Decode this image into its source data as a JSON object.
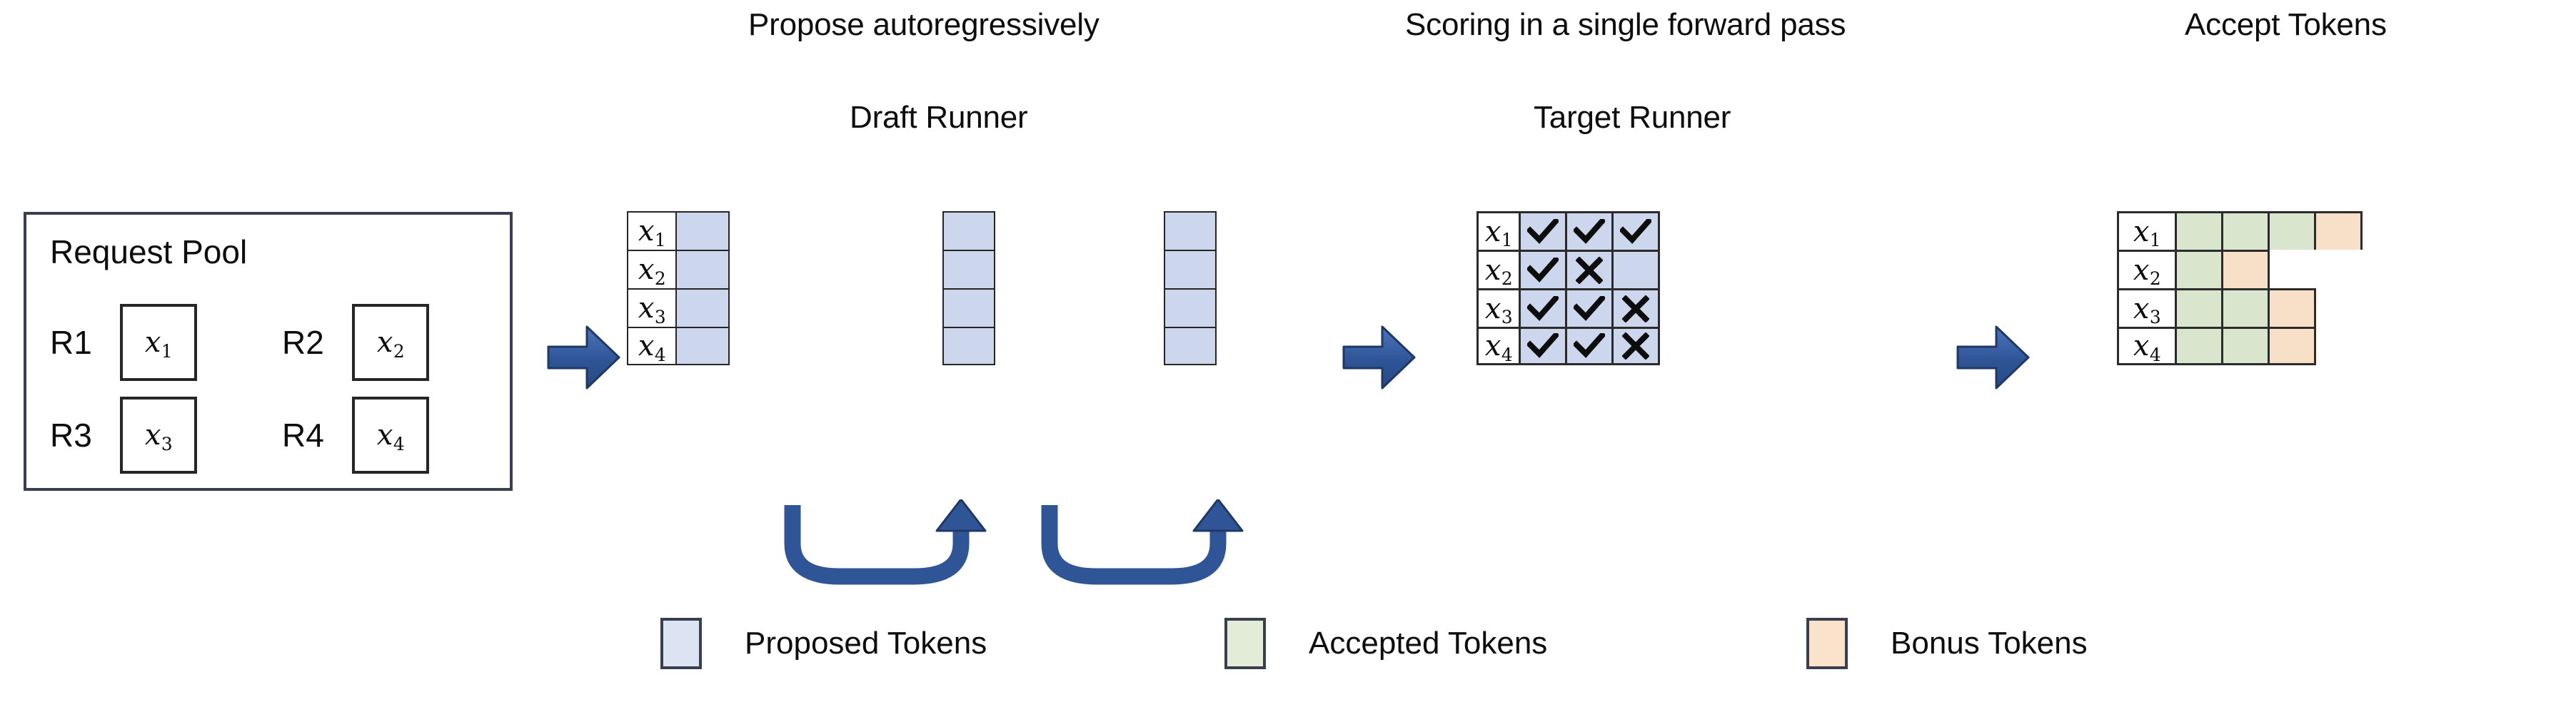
{
  "headings": {
    "propose": "Propose autoregressively",
    "draft_runner": "Draft Runner",
    "scoring": "Scoring in a single forward pass",
    "target_runner": "Target Runner",
    "accept": "Accept Tokens"
  },
  "request_pool": {
    "title": "Request Pool",
    "entries": [
      {
        "label": "R1",
        "token": "x",
        "sub": "1"
      },
      {
        "label": "R2",
        "token": "x",
        "sub": "2"
      },
      {
        "label": "R3",
        "token": "x",
        "sub": "3"
      },
      {
        "label": "R4",
        "token": "x",
        "sub": "4"
      }
    ]
  },
  "draft_runner": {
    "row_labels": [
      {
        "token": "x",
        "sub": "1"
      },
      {
        "token": "x",
        "sub": "2"
      },
      {
        "token": "x",
        "sub": "3"
      },
      {
        "token": "x",
        "sub": "4"
      }
    ],
    "steps": 3,
    "proposed_per_step": [
      1,
      1,
      1
    ],
    "loop_arrow_count": 2
  },
  "target_runner": {
    "row_labels": [
      {
        "token": "x",
        "sub": "1"
      },
      {
        "token": "x",
        "sub": "2"
      },
      {
        "token": "x",
        "sub": "3"
      },
      {
        "token": "x",
        "sub": "4"
      }
    ],
    "columns": 3,
    "marks": [
      [
        "check",
        "check",
        "check"
      ],
      [
        "check",
        "cross",
        "none"
      ],
      [
        "check",
        "check",
        "cross"
      ],
      [
        "check",
        "check",
        "cross"
      ]
    ],
    "icon_names": {
      "check": "check-mark-icon",
      "cross": "cross-mark-icon"
    }
  },
  "accept_tokens": {
    "row_labels": [
      {
        "token": "x",
        "sub": "1"
      },
      {
        "token": "x",
        "sub": "2"
      },
      {
        "token": "x",
        "sub": "3"
      },
      {
        "token": "x",
        "sub": "4"
      }
    ],
    "rows": [
      [
        "green",
        "green",
        "green",
        "orange"
      ],
      [
        "green",
        "orange"
      ],
      [
        "green",
        "green",
        "orange"
      ],
      [
        "green",
        "green",
        "orange"
      ]
    ]
  },
  "legend": [
    {
      "name": "proposed",
      "label": "Proposed Tokens",
      "color": "#dce4f3"
    },
    {
      "name": "accepted",
      "label": "Accepted Tokens",
      "color": "#e3ecd7"
    },
    {
      "name": "bonus",
      "label": "Bonus Tokens",
      "color": "#fae2cb"
    }
  ],
  "colors": {
    "proposed": "#ccd7ed",
    "accepted": "#d9e6cd",
    "bonus": "#f7dfc8",
    "arrow_blue": "#2f5597",
    "outline": "#2b2b2b"
  }
}
